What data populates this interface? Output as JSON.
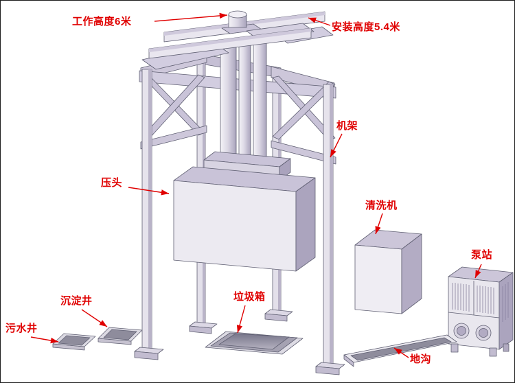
{
  "labels": {
    "work_height": "工作高度6米",
    "install_height": "安装高度5.4米",
    "frame": "机架",
    "press_head": "压头",
    "washer": "清洗机",
    "pump_station": "泵站",
    "settling_well": "沉淀井",
    "sewage_well": "污水井",
    "garbage_bin": "垃圾箱",
    "trench": "地沟"
  },
  "colors": {
    "annotation": "#e00000",
    "machine_light": "#eceaf1",
    "machine_mid": "#c9c3d8",
    "machine_dark": "#aba4be",
    "outline": "#5f5f72",
    "background": "#ffffff"
  }
}
